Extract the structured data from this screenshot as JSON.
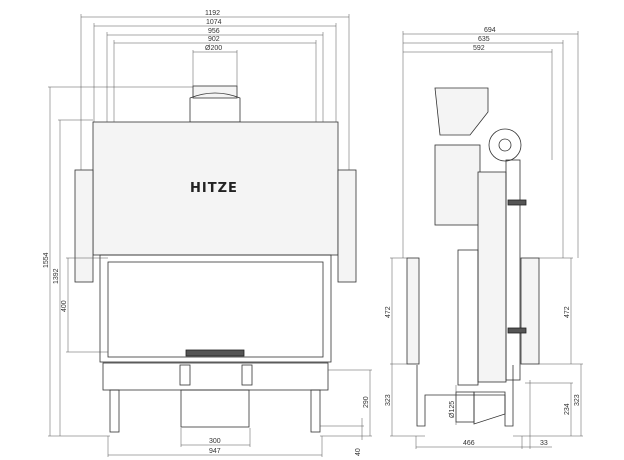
{
  "front_view": {
    "logo": "HITZE",
    "dimensions": {
      "overall_width": "1192",
      "width_1074": "1074",
      "width_956": "956",
      "width_902": "902",
      "flue_diameter": "Ø200",
      "overall_height": "1554",
      "height_1392": "1392",
      "glass_height": "400",
      "base_height": "290",
      "foot_height": "40",
      "ash_width": "300",
      "base_width": "947"
    }
  },
  "side_view": {
    "dimensions": {
      "depth_694": "694",
      "depth_635": "635",
      "depth_592": "592",
      "panel_left": "472",
      "panel_right": "472",
      "lower_left": "323",
      "lower_right": "323",
      "air_inlet_height": "234",
      "air_inlet_diameter": "Ø125",
      "leg_spacing": "466",
      "offset": "33"
    }
  }
}
